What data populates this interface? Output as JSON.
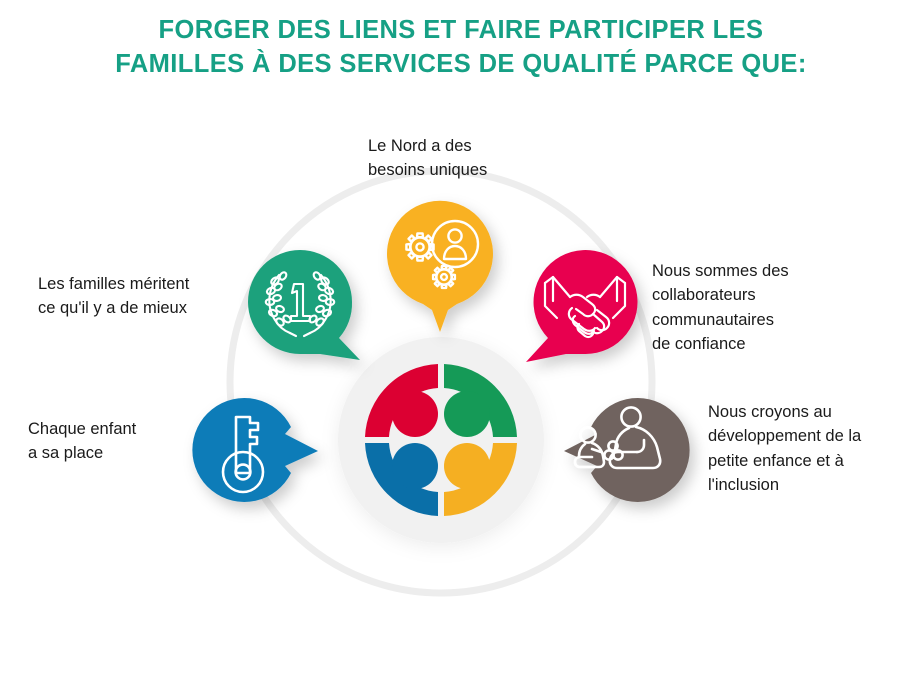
{
  "title": {
    "line1": "FORGER DES LIENS ET FAIRE PARTICIPER LES",
    "line2": "FAMILLES À DES SERVICES DE QUALITÉ PARCE QUE:",
    "color": "#16A085"
  },
  "center_logo": {
    "name": "four-quadrant-donut-logo",
    "halo_color": "#F0F0F0",
    "quadrants": [
      {
        "position": "top-left",
        "color": "#DC0032"
      },
      {
        "position": "top-right",
        "color": "#159A57"
      },
      {
        "position": "bottom-left",
        "color": "#0A6FA8"
      },
      {
        "position": "bottom-right",
        "color": "#F5AF22"
      }
    ],
    "dots": [
      {
        "position": "top-left",
        "color": "#DC0032"
      },
      {
        "position": "top-right",
        "color": "#159A57"
      },
      {
        "position": "bottom-left",
        "color": "#0A6FA8"
      },
      {
        "position": "bottom-right",
        "color": "#F5AF22"
      }
    ]
  },
  "orbit_ring": {
    "color": "#EDEDED",
    "name": "orbit-ring"
  },
  "nodes": [
    {
      "id": "families",
      "icon": "laurel-wreath-number-one-icon",
      "color": "#1CA17C",
      "caption": "Les familles méritent\nce qu'il y a de mieux",
      "tail_direction": "down-right"
    },
    {
      "id": "north",
      "icon": "gears-person-icon",
      "color": "#F9B122",
      "caption": "Le Nord a des\nbesoins uniques",
      "tail_direction": "down"
    },
    {
      "id": "partners",
      "icon": "handshake-icon",
      "color": "#E8004F",
      "caption": "Nous sommes des\ncollaborateurs\ncommunautaires\nde confiance",
      "tail_direction": "down-left"
    },
    {
      "id": "child-place",
      "icon": "key-icon",
      "color": "#0A7BB8",
      "caption": "Chaque enfant\na sa place",
      "tail_direction": "right"
    },
    {
      "id": "inclusion",
      "icon": "adult-child-blocks-icon",
      "color": "#70635E",
      "caption": "Nous croyons au\ndéveloppement de la\npetite enfance et à\nl'inclusion",
      "tail_direction": "left"
    }
  ]
}
